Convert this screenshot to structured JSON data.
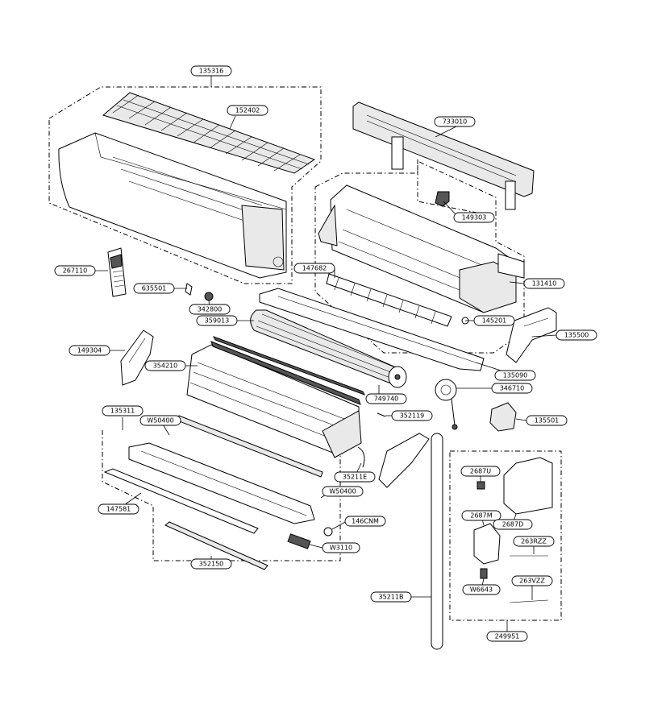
{
  "labels": {
    "l135316": "135316",
    "l152402": "152402",
    "l733010": "733010",
    "l149303": "149303",
    "l267110": "267110",
    "l147682": "147682",
    "l131410": "131410",
    "l635501": "635501",
    "l342800": "342800",
    "l359013": "359013",
    "l145201": "145201",
    "l135500": "135500",
    "l149304": "149304",
    "l354210": "354210",
    "l135090": "135090",
    "l346710": "346710",
    "l749740": "749740",
    "l352119": "352119",
    "l135311": "135311",
    "lW50400a": "W50400",
    "l135501": "135501",
    "l35211E": "35211E",
    "l2687U": "2687U",
    "lW50400b": "W50400",
    "l147581": "147581",
    "l2687M": "2687M",
    "l146CNM": "146CNM",
    "l2687D": "2687D",
    "lW3110": "W3110",
    "l263RZZ": "263RZZ",
    "l352150": "352150",
    "l263VZZ": "263VZZ",
    "lW6643": "W6643",
    "l35211B": "35211B",
    "l249951": "249951"
  }
}
